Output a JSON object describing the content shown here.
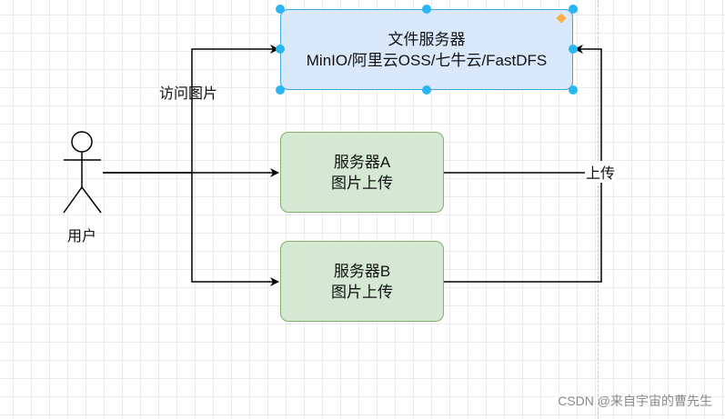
{
  "file_server": {
    "title": "文件服务器",
    "subtitle": "MinIO/阿里云OSS/七牛云/FastDFS"
  },
  "server_a": {
    "name": "服务器A",
    "desc": "图片上传"
  },
  "server_b": {
    "name": "服务器B",
    "desc": "图片上传"
  },
  "user": {
    "label": "用户"
  },
  "edges": {
    "access_label": "访问图片",
    "upload_label": "上传"
  },
  "watermark": "CSDN @来自宇宙的曹先生",
  "colors": {
    "file_server_fill": "#dae8fc",
    "file_server_stroke": "#6c8ebf",
    "server_fill": "#d5e8d4",
    "server_stroke": "#82b366",
    "selection": "#29b6f2"
  }
}
